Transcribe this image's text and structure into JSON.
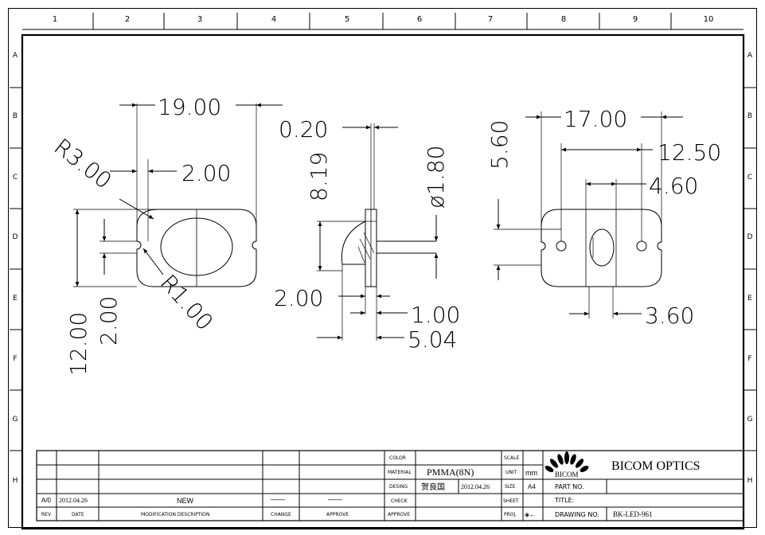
{
  "frame": {
    "columns": [
      "1",
      "2",
      "3",
      "4",
      "5",
      "6",
      "7",
      "8",
      "9",
      "10"
    ],
    "rows": [
      "A",
      "B",
      "C",
      "D",
      "E",
      "F",
      "G",
      "H"
    ]
  },
  "dimensions": {
    "front": {
      "width": "19.00",
      "slot_width": "2.00",
      "corner_radius": "R3.00",
      "slot_radius": "R1.00",
      "height": "12.00",
      "slot_height": "2.00"
    },
    "side": {
      "thickness_top": "0.20",
      "height": "8.19",
      "diameter": "ø1.80",
      "base_height": "2.00",
      "flange": "1.00",
      "total_depth": "5.04"
    },
    "back": {
      "width": "17.00",
      "hole_spacing": "12.50",
      "inner_width": "4.60",
      "height": "5.60",
      "lens_width": "3.60"
    }
  },
  "title_block": {
    "labels": {
      "color": "COLOR",
      "material": "MATERIAL",
      "design": "DESING",
      "check": "CHECK",
      "approve_col": "APPROVE",
      "scale": "SCALE",
      "unit": "UNIT",
      "size": "SIZE",
      "sheet": "SHEET",
      "proj": "PROJ.",
      "part_no": "PART NO.",
      "title": "TITLE:",
      "drawing_no": "DRAWING NO.",
      "rev": "REV",
      "date": "DATE",
      "modification": "MODIFICATION DESCRIPTION",
      "change": "CHANGE",
      "approve": "APPROVE"
    },
    "values": {
      "material": "PMMA(8N)",
      "designer": "贺良国",
      "design_date": "2012.04.26",
      "unit": "mm",
      "size": "A4",
      "proj_symbol": "◈←",
      "drawing_no": "BK-LED-961",
      "rev_value": "A/0",
      "rev_date": "2012.04.26",
      "rev_desc": "NEW",
      "change_mark": "——",
      "approve_mark": "——"
    },
    "company": {
      "logo_text": "BICOM",
      "name": "BICOM OPTICS"
    }
  }
}
